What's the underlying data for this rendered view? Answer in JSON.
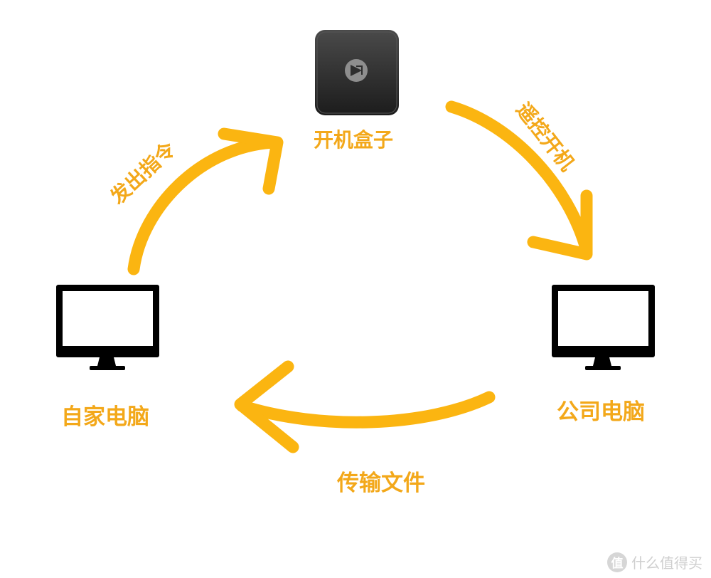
{
  "nodes": {
    "box": {
      "label": "开机盒子",
      "icon": "boot-box-icon"
    },
    "home_pc": {
      "label": "自家电脑",
      "icon": "monitor-icon"
    },
    "office_pc": {
      "label": "公司电脑",
      "icon": "monitor-icon"
    }
  },
  "edges": {
    "send_command": {
      "label": "发出指令",
      "from": "自家电脑",
      "to": "开机盒子"
    },
    "remote_boot": {
      "label": "遥控开机",
      "from": "开机盒子",
      "to": "公司电脑"
    },
    "transfer_files": {
      "label": "传输文件",
      "from": "公司电脑",
      "to": "自家电脑"
    }
  },
  "watermark": {
    "badge": "值",
    "text": "什么值得买"
  },
  "colors": {
    "accent": "#f3a81a",
    "arrow": "#fbb511",
    "box": "#2b2b2b",
    "monitor": "#000000"
  }
}
